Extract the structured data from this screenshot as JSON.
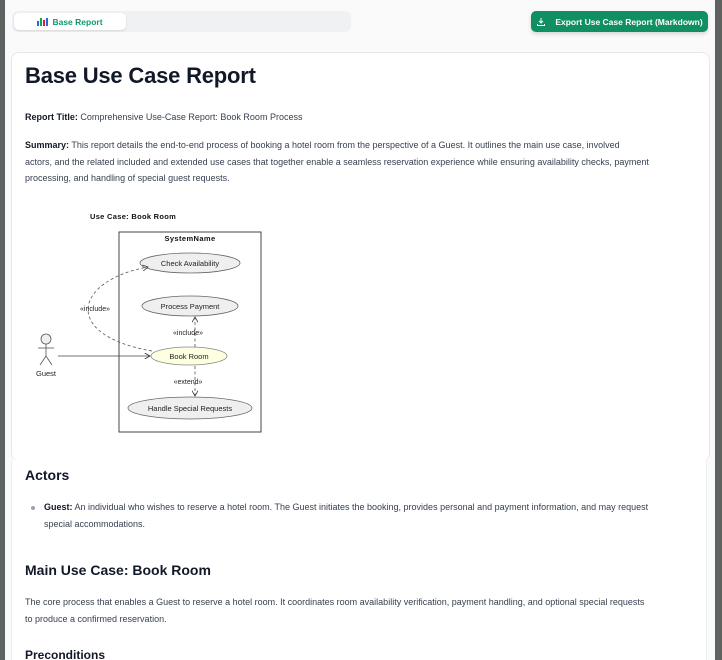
{
  "tabs": [
    {
      "label": "Base Report",
      "icon": "bar-chart-icon",
      "active": true
    }
  ],
  "toolbar": {
    "export_label": "Export Use Case Report (Markdown)",
    "export_icon": "download-icon"
  },
  "colors": {
    "accent": "#0f8f62",
    "tab_text": "#0f9968",
    "frame": "#5f6360",
    "use_case_main_fill": "#fefee0",
    "use_case_fill": "#efefef"
  },
  "report": {
    "heading": "Base Use Case Report",
    "title_label": "Report Title:",
    "title_value": "Comprehensive Use-Case Report: Book Room Process",
    "summary_label": "Summary:",
    "summary_line1": "This report details the end-to-end process of booking a hotel room from the perspective of a Guest. It outlines the main use case, involved",
    "summary_line2": "actors, and the related included and extended use cases that together enable a seamless reservation experience while ensuring availability checks, payment",
    "summary_line3": "processing, and handling of special guest requests."
  },
  "diagram": {
    "title": "Use Case: Book Room",
    "system_name": "SystemName",
    "actor": "Guest",
    "use_cases": {
      "check_availability": "Check Availability",
      "process_payment": "Process Payment",
      "book_room": "Book Room",
      "handle_special_requests": "Handle Special Requests"
    },
    "relations": {
      "include_check": "«include»",
      "include_payment": "«include»",
      "extend_special": "«extend»"
    }
  },
  "actors_section": {
    "heading": "Actors",
    "items": [
      {
        "name": "Guest:",
        "line1": "An individual who wishes to reserve a hotel room. The Guest initiates the booking, provides personal and payment information, and may request",
        "line2": "special accommodations."
      }
    ]
  },
  "main_use_case": {
    "heading": "Main Use Case: Book Room",
    "line1": "The core process that enables a Guest to reserve a hotel room. It coordinates room availability verification, payment handling, and optional special requests",
    "line2": "to produce a confirmed reservation."
  },
  "preconditions": {
    "heading": "Preconditions"
  }
}
